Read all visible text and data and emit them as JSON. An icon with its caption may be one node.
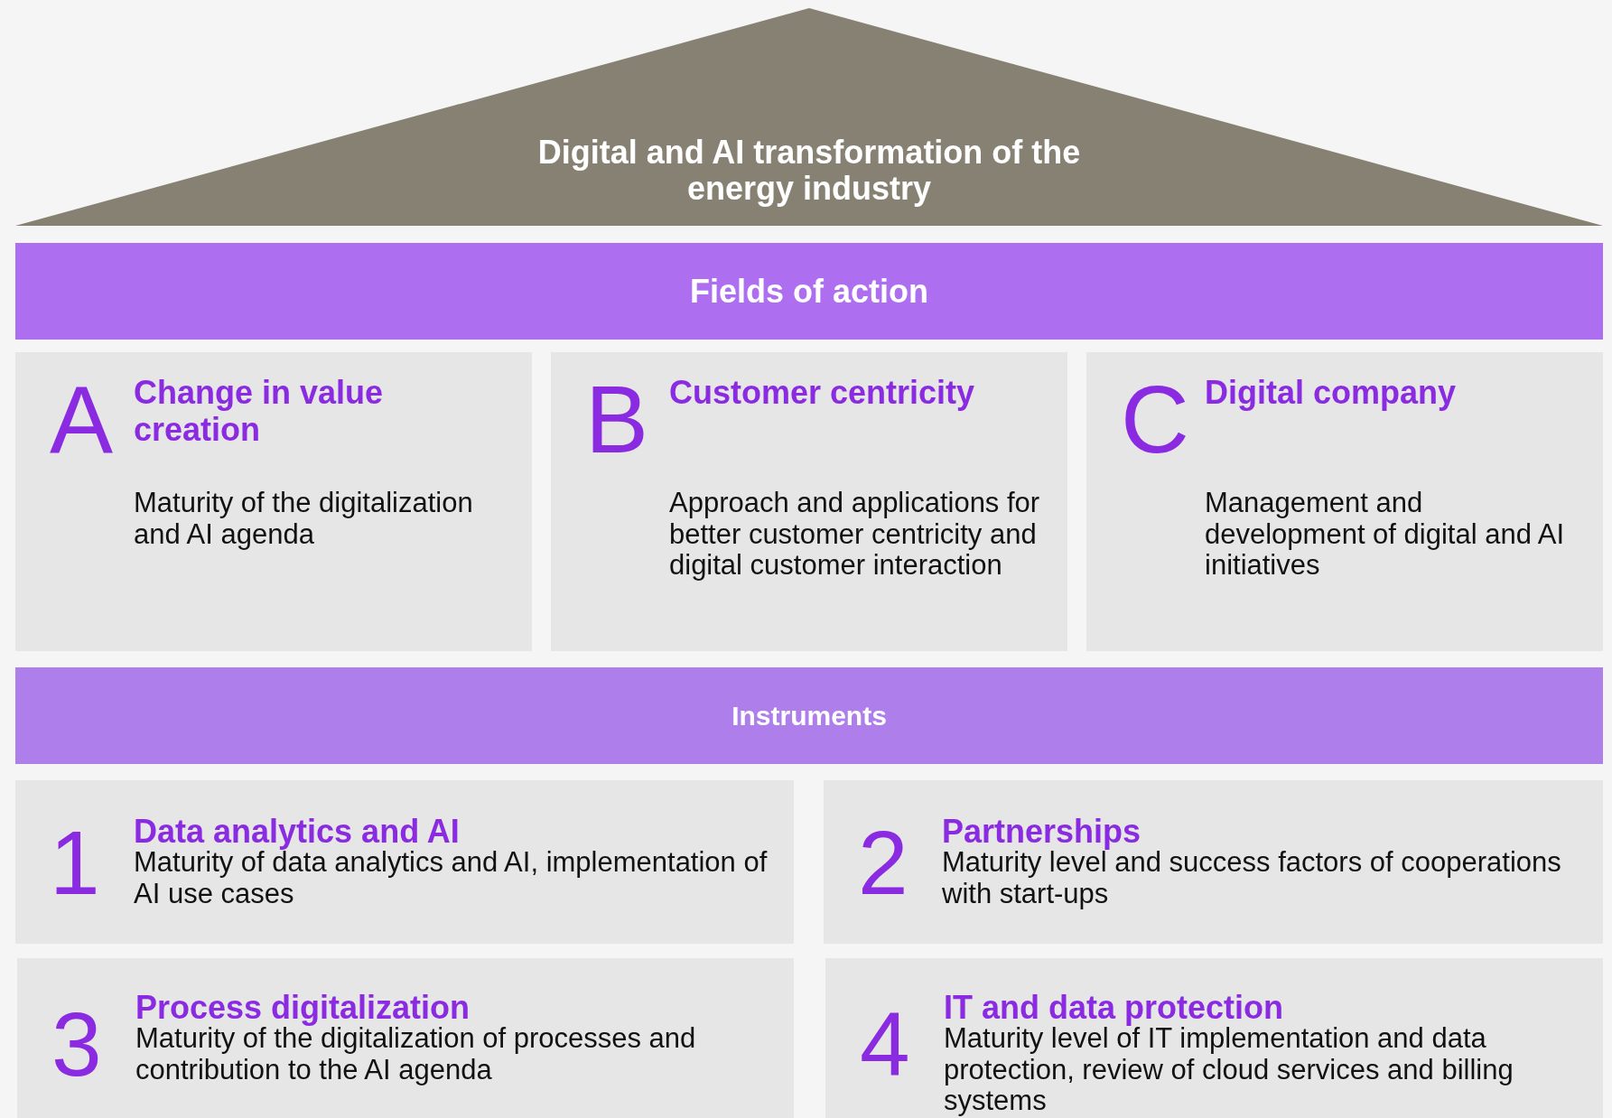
{
  "diagram": {
    "nodes": [
      {
        "text": [
          "Digital and AI transformation of the energy industry"
        ]
      },
      {
        "text": [
          "Fields of action"
        ]
      },
      {
        "text": [
          "A",
          "Change in value creation",
          "Maturity of the digitalization and AI agenda"
        ]
      },
      {
        "text": [
          "B",
          "Customer centricity",
          "Approach and applications for better customer centricity and digital customer interaction"
        ]
      },
      {
        "text": [
          "C",
          "Digital company",
          "Management and development of digital and AI initiatives"
        ]
      },
      {
        "text": [
          "Instruments"
        ]
      },
      {
        "text": [
          "1",
          "Data analytics and AI",
          "Maturity of data analytics and AI, implementation of AI use cases"
        ]
      },
      {
        "text": [
          "2",
          "Partnerships",
          "Maturity level and success factors of cooperations with start-ups"
        ]
      },
      {
        "text": [
          "3",
          "Process digitalization",
          "Maturity of the digitalization of processes and contribution to the AI agenda"
        ]
      },
      {
        "text": [
          "4",
          "IT and data protection",
          "Maturity level of IT implementation and data protection, review of cloud services and billing systems"
        ]
      }
    ],
    "edges": []
  }
}
